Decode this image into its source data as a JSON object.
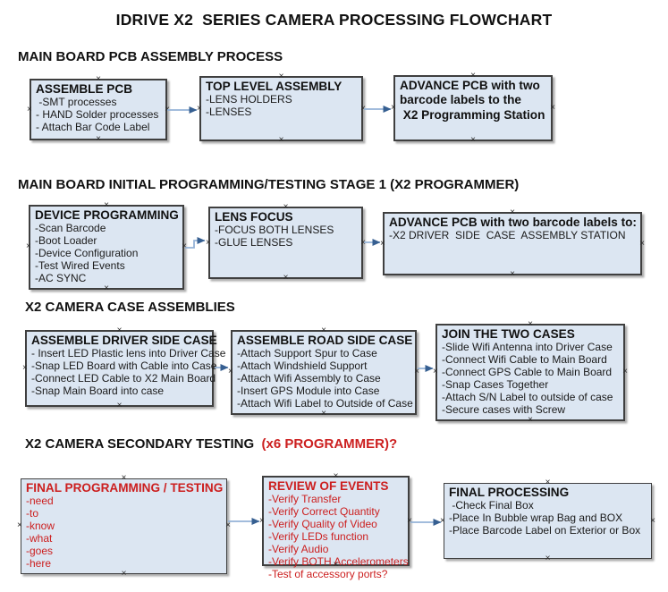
{
  "title": "IDRIVE X2  SERIES CAMERA PROCESSING FLOWCHART",
  "anchor_glyph": "×",
  "colors": {
    "box_fill": "#dce6f2",
    "box_border": "#3f3f3f",
    "arrow_line": "#95b3d7",
    "arrow_head": "#365f91",
    "red_text": "#cc1f1f"
  },
  "sections": [
    {
      "heading": "MAIN BOARD PCB ASSEMBLY PROCESS",
      "boxes": [
        {
          "title": "ASSEMBLE PCB",
          "items": [
            " -SMT processes",
            "- HAND Solder processes",
            "- Attach Bar Code Label"
          ]
        },
        {
          "title": "TOP LEVEL ASSEMBLY",
          "items": [
            "-LENS HOLDERS",
            "-LENSES"
          ]
        },
        {
          "title": "ADVANCE PCB with two\nbarcode labels to the\n X2 Programming Station",
          "items": []
        }
      ]
    },
    {
      "heading": "MAIN BOARD INITIAL PROGRAMMING/TESTING STAGE 1 (X2 PROGRAMMER)",
      "boxes": [
        {
          "title": "DEVICE PROGRAMMING",
          "items": [
            "-Scan Barcode",
            "-Boot Loader",
            "-Device Configuration",
            "-Test Wired Events",
            "-AC SYNC"
          ]
        },
        {
          "title": "LENS FOCUS",
          "items": [
            "-FOCUS BOTH LENSES",
            "-GLUE LENSES"
          ]
        },
        {
          "title": "ADVANCE PCB with two barcode labels to:",
          "items": [
            "-X2 DRIVER  SIDE  CASE  ASSEMBLY STATION"
          ]
        }
      ]
    },
    {
      "heading": "X2 CAMERA CASE ASSEMBLIES",
      "boxes": [
        {
          "title": "ASSEMBLE DRIVER SIDE CASE",
          "items": [
            "- Insert LED Plastic lens into Driver Case",
            "-Snap LED Board with Cable into Case",
            "-Connect LED Cable to X2 Main Board",
            "-Snap Main Board into case"
          ]
        },
        {
          "title": "ASSEMBLE ROAD SIDE CASE",
          "items": [
            "-Attach Support Spur to Case",
            "-Attach Windshield Support",
            "-Attach Wifi Assembly to Case",
            "-Insert GPS Module into Case",
            "-Attach Wifi Label to Outside of Case"
          ]
        },
        {
          "title": "JOIN THE TWO CASES",
          "items": [
            "-Slide Wifi Antenna into Driver Case",
            "-Connect Wifi Cable to Main Board",
            "-Connect GPS Cable to Main Board",
            "-Snap Cases Together",
            "-Attach S/N Label to outside of case",
            "-Secure cases with Screw"
          ]
        }
      ]
    },
    {
      "heading_black": "X2 CAMERA SECONDARY TESTING ",
      "heading_red": " (x6 PROGRAMMER)?",
      "boxes": [
        {
          "title": "FINAL PROGRAMMING / TESTING",
          "items": [
            "-need",
            "-to",
            "-know",
            "-what",
            "-goes",
            "-here"
          ]
        },
        {
          "title": "REVIEW OF EVENTS",
          "items": [
            "-Verify Transfer",
            "-Verify Correct Quantity",
            "-Verify Quality of Video",
            "-Verify LEDs function",
            "-Verify Audio",
            "-Verify BOTH Accelerometers",
            "-Test of accessory ports?"
          ]
        },
        {
          "title": "FINAL PROCESSING",
          "items": [
            " -Check Final Box",
            "-Place In Bubble wrap Bag and BOX",
            "-Place Barcode Label on Exterior or Box"
          ]
        }
      ]
    }
  ]
}
